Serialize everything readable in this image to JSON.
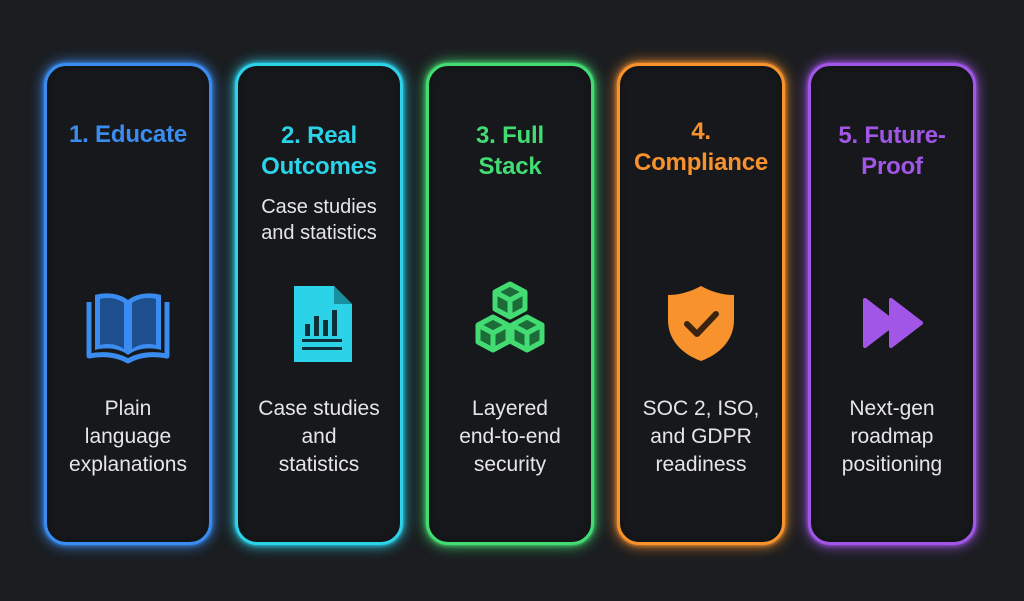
{
  "cards": [
    {
      "title_lines": [
        "1. Educate"
      ],
      "subtitle_lines": [],
      "desc_lines": [
        "Plain",
        "language",
        "explanations"
      ],
      "icon": "open-book-icon",
      "color": "#3b8cf0"
    },
    {
      "title_lines": [
        "2. Real",
        "Outcomes"
      ],
      "subtitle_lines": [
        "Case studies",
        "and statistics"
      ],
      "desc_lines": [
        "Case studies",
        "and",
        "statistics"
      ],
      "icon": "chart-document-icon",
      "color": "#2bd2e8"
    },
    {
      "title_lines": [
        "3. Full",
        "Stack"
      ],
      "subtitle_lines": [],
      "desc_lines": [
        "Layered",
        "end-to-end",
        "security"
      ],
      "icon": "stacked-cubes-icon",
      "color": "#43dc73"
    },
    {
      "title_lines": [
        "4.",
        "Compliance"
      ],
      "subtitle_lines": [],
      "desc_lines": [
        "SOC 2, ISO,",
        "and GDPR",
        "readiness"
      ],
      "icon": "shield-check-icon",
      "color": "#f7922d"
    },
    {
      "title_lines": [
        "5. Future-",
        "Proof"
      ],
      "subtitle_lines": [],
      "desc_lines": [
        "Next-gen",
        "roadmap",
        "positioning"
      ],
      "icon": "fast-forward-icon",
      "color": "#a256e8"
    }
  ]
}
